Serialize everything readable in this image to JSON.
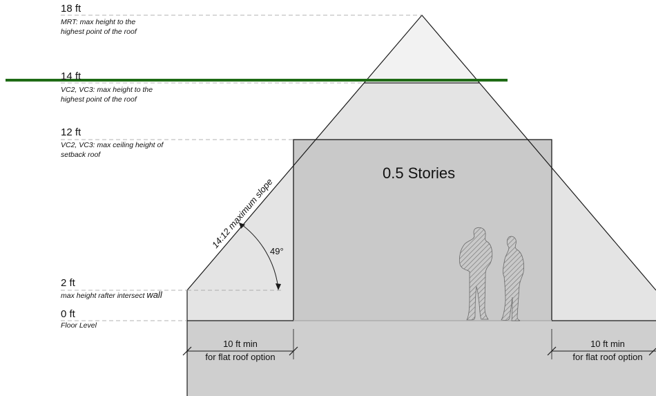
{
  "levels": [
    {
      "value": "18 ft",
      "note1": "MRT: max height to the",
      "note2": "highest point of the roof"
    },
    {
      "value": "14 ft",
      "note1": "VC2, VC3: max height to the",
      "note2": "highest point of the roof"
    },
    {
      "value": "12 ft",
      "note1": "VC2, VC3: max ceiling height of",
      "note2": "setback roof"
    },
    {
      "value": "2 ft",
      "note_a": "max height rafter intersect",
      "note_b": "wall"
    },
    {
      "value": "0 ft",
      "note1": "Floor Level"
    }
  ],
  "slope_label": "14:12 maximum slope",
  "angle_label": "49°",
  "stories_label": "0.5 Stories",
  "dimension_left": {
    "line1": "10 ft min",
    "line2": "for flat roof option"
  },
  "dimension_right": {
    "line1": "10 ft min",
    "line2": "for flat roof option"
  },
  "colors": {
    "ground": "#cfcfcf",
    "roof_envelope": "#e4e4e4",
    "upper_envelope": "#f2f2f2",
    "setback_box": "#c9c9c9",
    "limit_line": "#1f6b16",
    "outline": "#1a1a1a",
    "dashed": "#9a9a9a"
  }
}
